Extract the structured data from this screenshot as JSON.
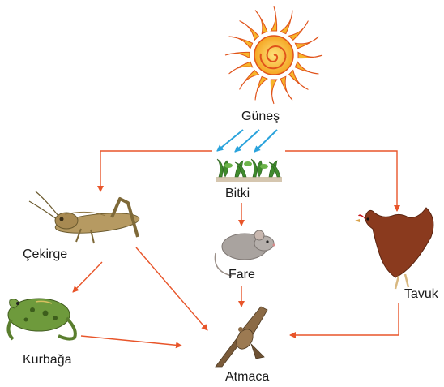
{
  "diagram": {
    "nodes": {
      "sun": {
        "label": "Güneş"
      },
      "plant": {
        "label": "Bitki"
      },
      "grasshopper": {
        "label": "Çekirge"
      },
      "mouse": {
        "label": "Fare"
      },
      "chicken": {
        "label": "Tavuk"
      },
      "frog": {
        "label": "Kurbağa"
      },
      "hawk": {
        "label": "Atmaca"
      }
    },
    "colors": {
      "arrow": "#e8552a",
      "sunlight": "#2aa3dc",
      "sun_fill": "#f7b52a",
      "sun_stroke": "#e0531b"
    },
    "edges": [
      [
        "sun",
        "plant"
      ],
      [
        "plant",
        "grasshopper"
      ],
      [
        "plant",
        "mouse"
      ],
      [
        "plant",
        "chicken"
      ],
      [
        "grasshopper",
        "frog"
      ],
      [
        "grasshopper",
        "hawk"
      ],
      [
        "mouse",
        "hawk"
      ],
      [
        "frog",
        "hawk"
      ],
      [
        "chicken",
        "hawk"
      ]
    ]
  }
}
